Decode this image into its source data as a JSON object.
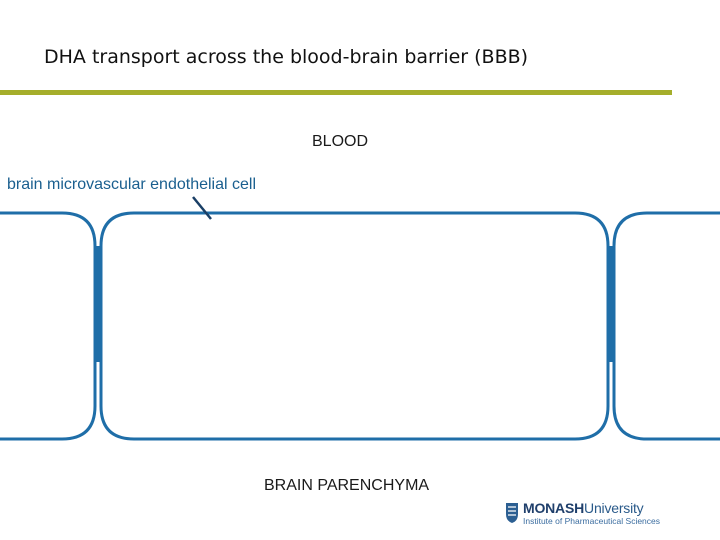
{
  "slide": {
    "title": "DHA transport across the blood-brain barrier (BBB)",
    "labels": {
      "blood": "BLOOD",
      "endothelial_cell": "brain microvascular endothelial cell",
      "brain": "BRAIN PARENCHYMA"
    },
    "logo": {
      "name": "MONASH",
      "university": "University",
      "institute": "Institute of Pharmaceutical Sciences"
    },
    "colors": {
      "title_rule": "#a5ae2b",
      "cell_outline": "#1f6ea8",
      "cell_label": "#1a5f8f",
      "logo_primary": "#1f3f6b"
    }
  }
}
